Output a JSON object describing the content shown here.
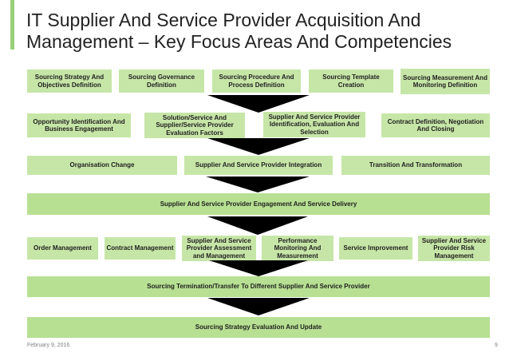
{
  "slide": {
    "title_line1": "IT Supplier And Service Provider Acquisition And",
    "title_line2": "Management – Key Focus Areas And Competencies",
    "date": "February 9, 2016",
    "page_number": "9",
    "colors": {
      "box_fill": "#c6e6a7",
      "band_fill": "#b7e092",
      "arrow": "#000000",
      "accent": "#9bd07a",
      "text": "#1e1e1e"
    }
  },
  "row1": [
    "Sourcing Strategy And Objectives Definition",
    "Sourcing Governance Definition",
    "Sourcing Procedure And Process Definition",
    "Sourcing Template Creation",
    "Sourcing Measurement And Monitoring Definition"
  ],
  "row2": [
    "Opportunity Identification And Business  Engagement",
    "Solution/Service And Supplier/Service Provider Evaluation Factors",
    "Supplier And Service Provider Identification, Evaluation And Selection",
    "Contract Definition, Negotiation And Closing"
  ],
  "row3": [
    "Organisation Change",
    "Supplier And Service Provider Integration",
    "Transition And Transformation"
  ],
  "band1": "Supplier And Service Provider Engagement And Service Delivery",
  "row4": [
    "Order Management",
    "Contract Management",
    "Supplier And Service Provider Assessment and Management",
    "Performance Monitoring And Measurement",
    "Service Improvement",
    "Supplier And Service Provider Risk Management"
  ],
  "band2": "Sourcing Termination/Transfer To Different Supplier And Service Provider",
  "band3": "Sourcing Strategy Evaluation And Update"
}
